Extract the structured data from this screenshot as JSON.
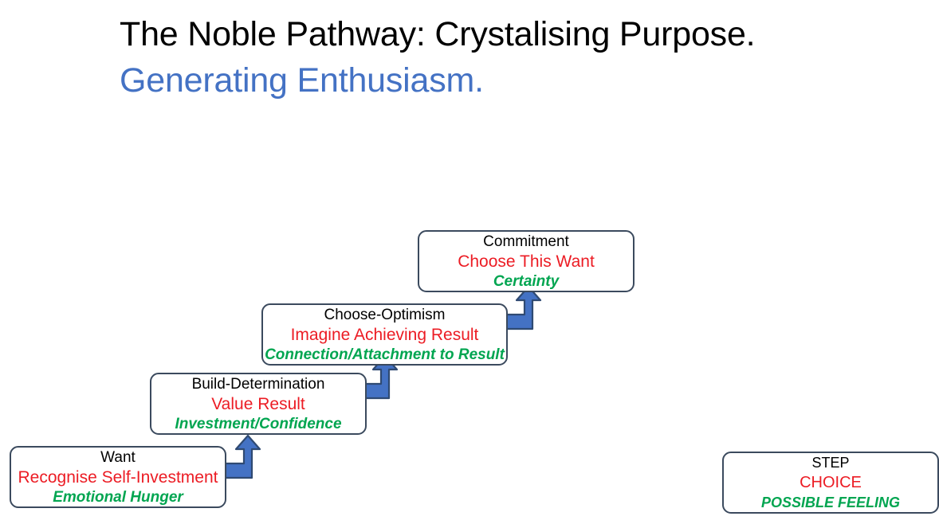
{
  "slide": {
    "title_line_1": "The Noble Pathway: Crystalising Purpose.",
    "title_line_2": "Generating Enthusiasm.",
    "colors": {
      "title_black": "#000000",
      "title_blue": "#4472C4",
      "step_black": "#000000",
      "choice_red": "#EC1C24",
      "feeling_green": "#00A550",
      "box_border": "#3B4A5E",
      "arrow_fill": "#4472C4",
      "arrow_stroke": "#2F4A72",
      "background": "#FFFFFF"
    }
  },
  "steps": [
    {
      "id": "want",
      "title": "Want",
      "choice": "Recognise Self-Investment",
      "feeling": "Emotional Hunger"
    },
    {
      "id": "build-determination",
      "title": "Build-Determination",
      "choice": "Value Result",
      "feeling": "Investment/Confidence"
    },
    {
      "id": "choose-optimism",
      "title": "Choose-Optimism",
      "choice": "Imagine Achieving Result",
      "feeling": "Connection/Attachment to Result"
    },
    {
      "id": "commitment",
      "title": "Commitment",
      "choice": "Choose This Want",
      "feeling": "Certainty"
    }
  ],
  "legend": {
    "title": "STEP",
    "choice": "CHOICE",
    "feeling": "POSSIBLE FEELING"
  },
  "connectors": [
    {
      "id": "want-to-build-determination",
      "icon": "up-arrow-elbow-icon"
    },
    {
      "id": "build-determination-to-choose-optimism",
      "icon": "up-arrow-elbow-icon"
    },
    {
      "id": "choose-optimism-to-commitment",
      "icon": "up-arrow-elbow-icon"
    }
  ]
}
